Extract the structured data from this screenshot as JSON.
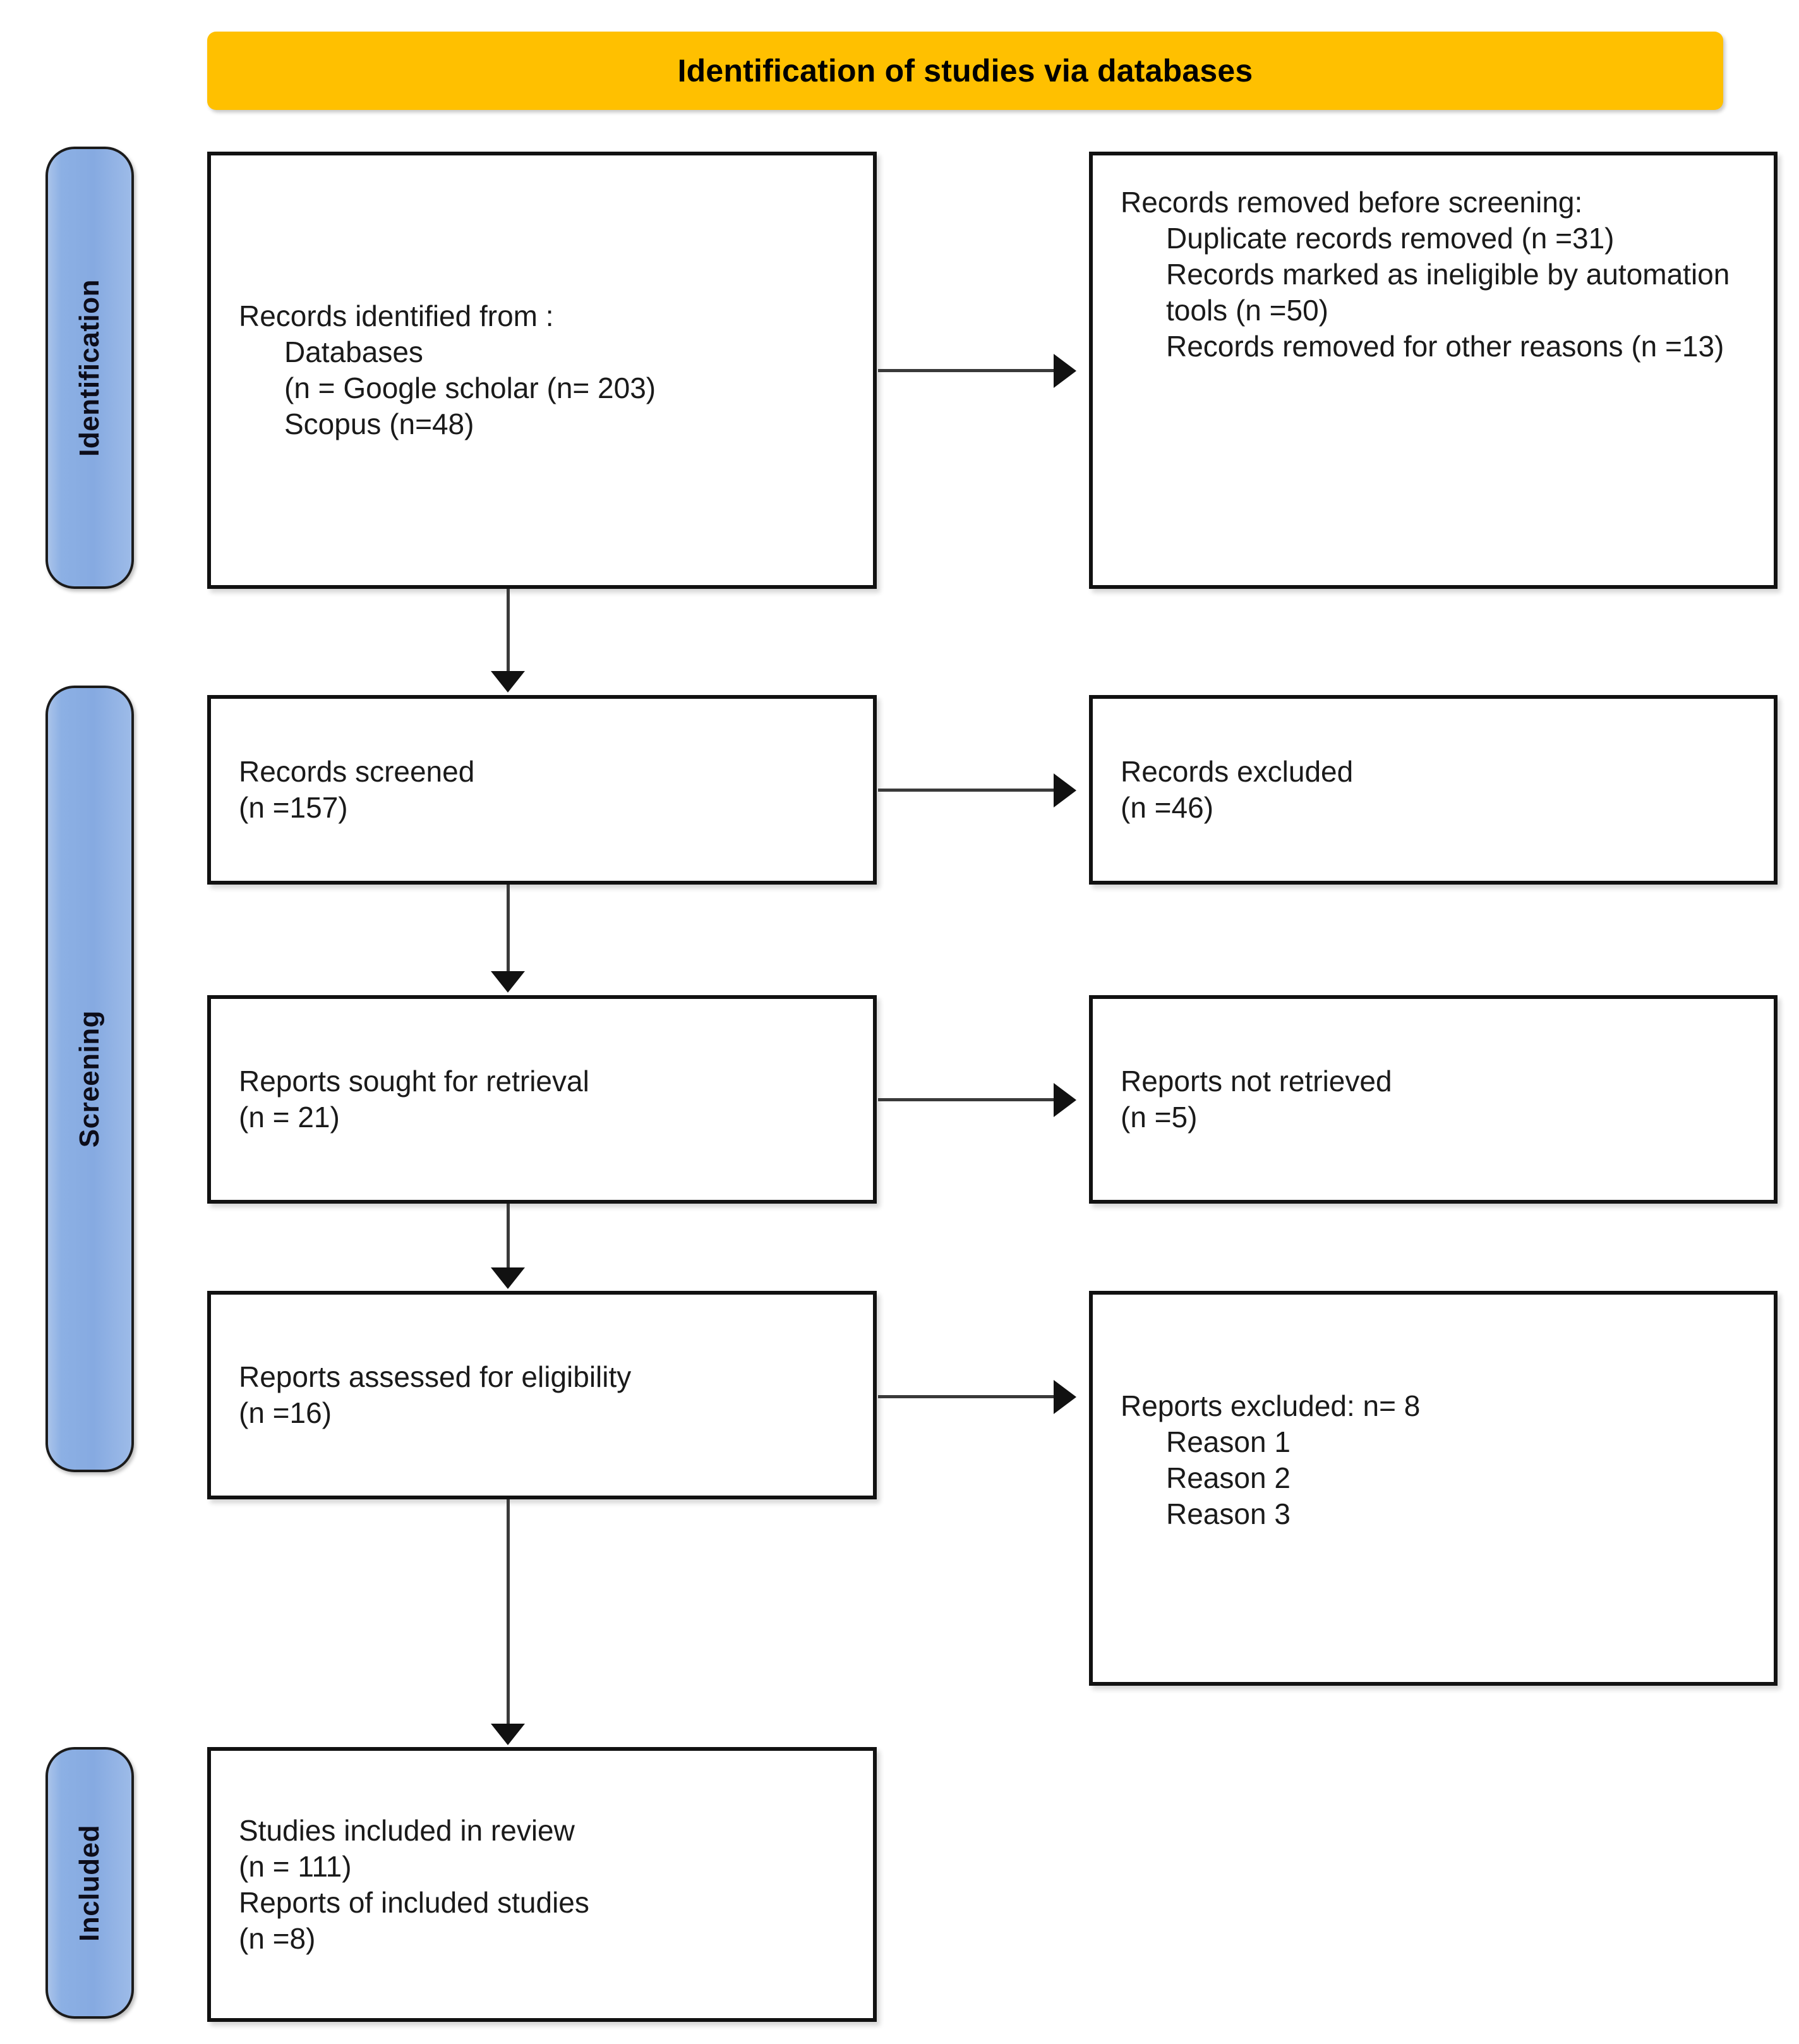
{
  "banner": {
    "title": "Identification of studies via databases",
    "color": "#FFC000"
  },
  "phases": {
    "identification": "Identification",
    "screening": "Screening",
    "included": "Included",
    "color": "#86AAE1"
  },
  "boxes": {
    "identified": {
      "line1": "Records identified from :",
      "line2": "Databases",
      "line3": "(n = Google scholar (n= 203)",
      "line4": "Scopus (n=48)"
    },
    "removed": {
      "line1_a": "Records removed ",
      "line1_b": "before screening",
      "line1_c": ":",
      "line2": "Duplicate records removed (n =31)",
      "line3": "Records marked as ineligible by automation tools (n =50)",
      "line4": "Records removed for other reasons (n =13)"
    },
    "screened": {
      "line1": "Records screened",
      "line2": "(n =157)"
    },
    "excluded_records": {
      "line1": "Records excluded",
      "line2": "(n =46)"
    },
    "sought": {
      "line1": "Reports sought for retrieval",
      "line2": "(n = 21)"
    },
    "not_retrieved": {
      "line1": "Reports not retrieved",
      "line2": "(n =5)"
    },
    "assessed": {
      "line1": "Reports assessed for eligibility",
      "line2": "(n =16)"
    },
    "excluded_reports": {
      "line1": "Reports excluded: n= 8",
      "line2": "Reason 1",
      "line3": "Reason 2",
      "line4": "Reason 3"
    },
    "included": {
      "line1": "Studies included in review",
      "line2": "(n = 111)",
      "line3": "Reports of included studies",
      "line4": "(n =8)"
    }
  }
}
